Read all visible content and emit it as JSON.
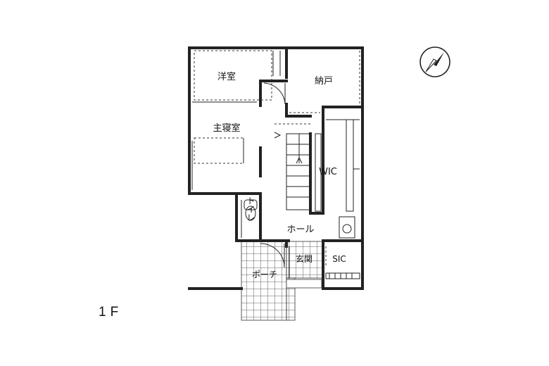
{
  "plan": {
    "floor_label": "1F",
    "rooms": {
      "yoshitsu": "洋室",
      "shushinshitsu": "主寝室",
      "nando": "納戸",
      "wic": "WIC",
      "hall": "ホール",
      "genkan": "玄関",
      "sic": "SIC",
      "porch": "ポーチ",
      "toilet": "トイレ"
    }
  }
}
